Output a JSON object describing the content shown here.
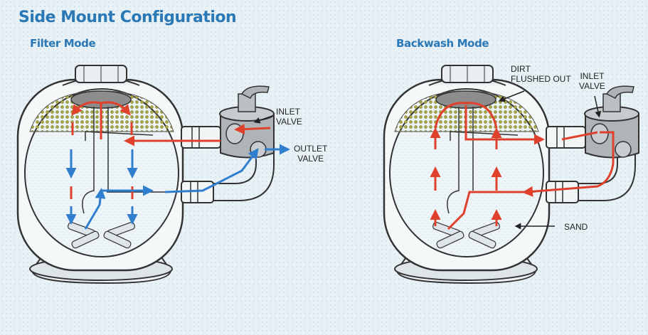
{
  "title": "Side Mount Configuration",
  "left": {
    "mode": "Filter Mode",
    "labels": {
      "inlet_line1": "INLET",
      "inlet_line2": "VALVE",
      "outlet_line1": "OUTLET",
      "outlet_line2": "VALVE"
    }
  },
  "right": {
    "mode": "Backwash Mode",
    "labels": {
      "dirt_line1": "DIRT",
      "dirt_line2": "FLUSHED OUT",
      "inlet_line1": "INLET",
      "inlet_line2": "VALVE",
      "sand": "SAND"
    }
  },
  "colors": {
    "title": "#2a78b5",
    "red_flow": "#e0412c",
    "blue_flow": "#2f7fce",
    "sand": "#e9e3a8"
  }
}
